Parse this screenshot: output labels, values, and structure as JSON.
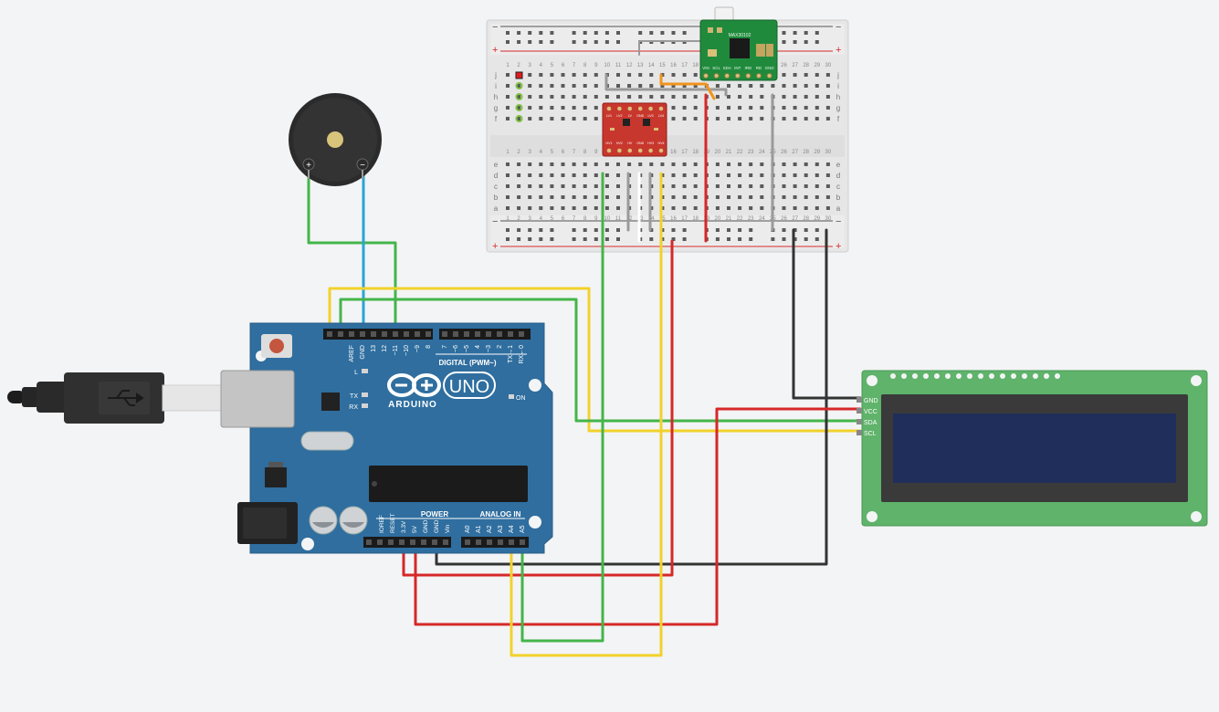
{
  "breadboard": {
    "row_letters_top": [
      "j",
      "i",
      "h",
      "g",
      "f"
    ],
    "row_letters_bottom": [
      "e",
      "d",
      "c",
      "b",
      "a"
    ],
    "rail_plus": "+",
    "rail_minus": "−",
    "column_numbers": [
      "1",
      "2",
      "3",
      "4",
      "5",
      "6",
      "7",
      "8",
      "9",
      "10",
      "11",
      "12",
      "13",
      "14",
      "15",
      "16",
      "17",
      "18",
      "19",
      "20",
      "21",
      "22",
      "23",
      "24",
      "25",
      "26",
      "27",
      "28",
      "29",
      "30"
    ]
  },
  "sensor_module": {
    "chip_label": "MAX30102",
    "pins": [
      "VIN",
      "SCL",
      "SDA",
      "INT",
      "IRD",
      "RD",
      "GND"
    ]
  },
  "level_shifter": {
    "top_labels": [
      "LV1",
      "LV2",
      "LV",
      "GND",
      "LV3",
      "LV4"
    ],
    "bottom_labels": [
      "HV1",
      "HV2",
      "HV",
      "GND",
      "HV3",
      "HV4"
    ]
  },
  "buzzer": {
    "plus": "+",
    "minus": "−"
  },
  "arduino": {
    "brand": "ARDUINO",
    "model": "UNO",
    "on_label": "ON",
    "digital_label": "DIGITAL (PWM~)",
    "digital_pins": [
      "AREF",
      "GND",
      "13",
      "12",
      "~11",
      "~10",
      "~9",
      "8",
      "7",
      "~6",
      "~5",
      "4",
      "~3",
      "2",
      "TX→1",
      "RX←0"
    ],
    "led_labels": [
      "L",
      "TX",
      "RX"
    ],
    "power_label": "POWER",
    "analog_label": "ANALOG IN",
    "power_pins": [
      "IOREF",
      "RESET",
      "3.3V",
      "5V",
      "GND",
      "GND",
      "Vin"
    ],
    "analog_pins": [
      "A0",
      "A1",
      "A2",
      "A3",
      "A4",
      "A5"
    ]
  },
  "lcd": {
    "pins": [
      "GND",
      "VCC",
      "SDA",
      "SCL"
    ]
  },
  "colors": {
    "wire_red": "#d62828",
    "wire_black": "#333333",
    "wire_green": "#44b549",
    "wire_yellow": "#f1d22c",
    "wire_blue": "#2aa4d6",
    "wire_gray": "#9a9a9a",
    "wire_orange": "#f0941e",
    "arduino_blue": "#2f6e9f",
    "lcd_green": "#5fb36a",
    "lcd_screen": "#1f2e5a"
  }
}
